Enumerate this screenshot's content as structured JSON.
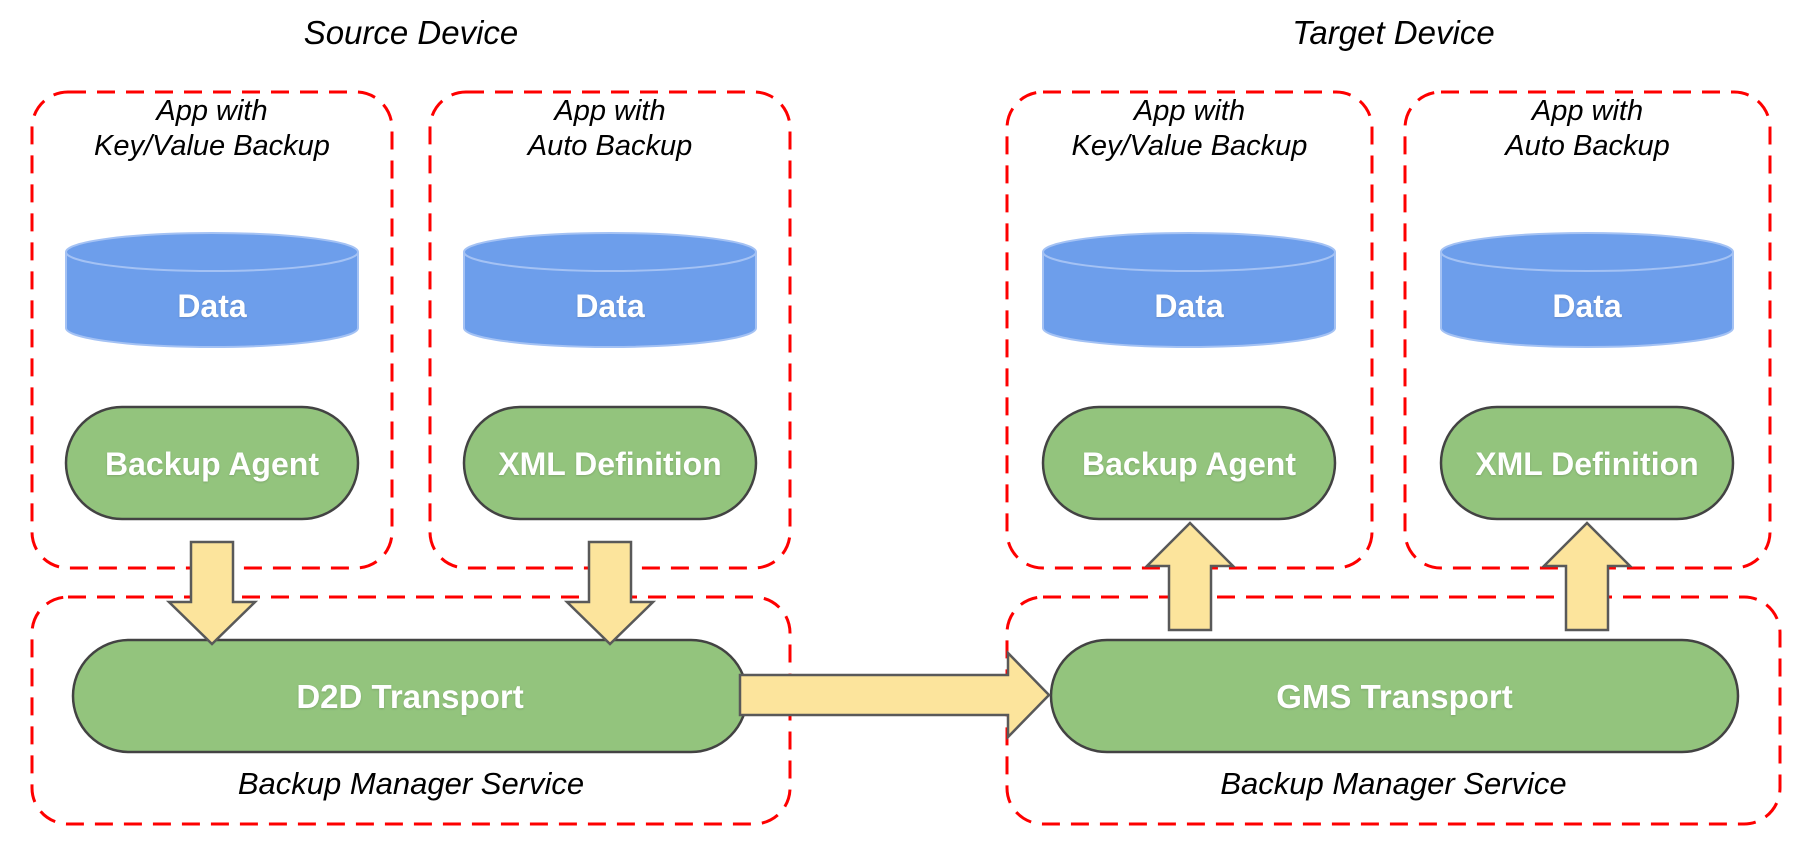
{
  "diagram": {
    "source": {
      "title": "Source Device",
      "apps": [
        {
          "name_line1": "App with",
          "name_line2": "Key/Value Backup",
          "data_store": "Data",
          "component": "Backup Agent"
        },
        {
          "name_line1": "App with",
          "name_line2": "Auto Backup",
          "data_store": "Data",
          "component": "XML Definition"
        }
      ],
      "backup_manager": {
        "transport": "D2D Transport",
        "label": "Backup Manager Service"
      }
    },
    "target": {
      "title": "Target Device",
      "apps": [
        {
          "name_line1": "App with",
          "name_line2": "Key/Value Backup",
          "data_store": "Data",
          "component": "Backup Agent"
        },
        {
          "name_line1": "App with",
          "name_line2": "Auto Backup",
          "data_store": "Data",
          "component": "XML Definition"
        }
      ],
      "backup_manager": {
        "transport": "GMS Transport",
        "label": "Backup Manager Service"
      }
    },
    "icons": {
      "source_flow": "down-arrow-icon",
      "target_flow": "up-arrow-icon",
      "transfer_flow": "right-arrow-icon"
    },
    "colors": {
      "app_boundary_dashed": "#fe0000",
      "data_store_fill": "#6d9eeb",
      "data_store_stroke": "#a4c2f4",
      "component_fill": "#93c47d",
      "component_stroke": "#434343",
      "arrow_fill": "#fce49c",
      "arrow_stroke": "#595959",
      "label_text": "#000000",
      "shape_text": "#ffffff"
    }
  }
}
